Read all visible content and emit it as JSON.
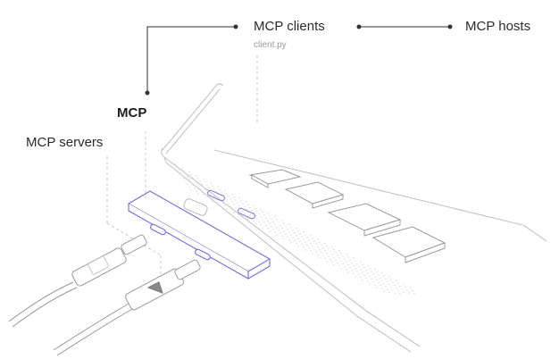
{
  "labels": {
    "mcp_clients": "MCP clients",
    "mcp_hosts": "MCP hosts",
    "client_file": "client.py",
    "mcp": "MCP",
    "mcp_servers": "MCP servers"
  },
  "colors": {
    "line": "#b9b9b9",
    "connector": "#333333",
    "accent": "#6f6fd6",
    "text": "#2b2b2b",
    "muted": "#9a9a9a"
  }
}
